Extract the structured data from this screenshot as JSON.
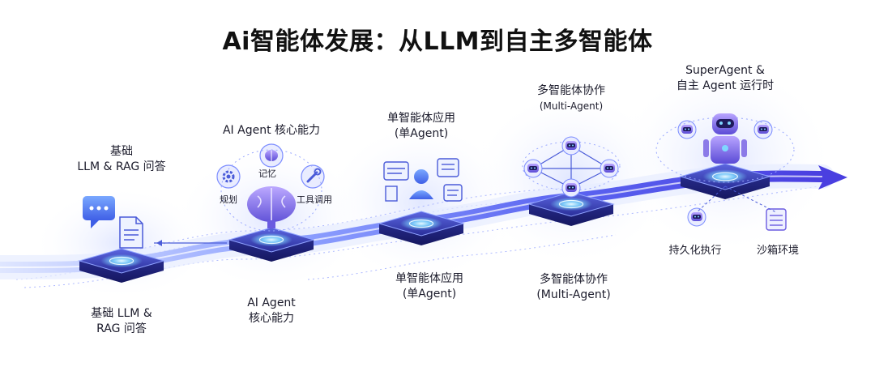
{
  "title": "Ai智能体发展：从LLM到自主多智能体",
  "colors": {
    "track_light": "#cfd8ff",
    "track_mid": "#6a7cff",
    "track_dark": "#3b3ad9",
    "glow": "#7fd6ff",
    "violet": "#8b5cf6",
    "platform_top": "#3a3fa8",
    "platform_side": "#1f2170"
  },
  "stages": [
    {
      "top_label": [
        "基础",
        "LLM & RAG 问答"
      ],
      "bottom_label": [
        "基础 LLM &",
        "RAG 问答"
      ],
      "icons": [
        "chat-bubble-icon",
        "document-icon"
      ]
    },
    {
      "top_label": [
        "AI Agent 核心能力"
      ],
      "bottom_label": [
        "AI Agent",
        "核心能力"
      ],
      "capabilities": [
        "规划",
        "记忆",
        "工具调用"
      ],
      "icons": [
        "brain-icon",
        "gear-icon",
        "wrench-icon"
      ]
    },
    {
      "top_label": [
        "单智能体应用",
        "(单Agent)"
      ],
      "bottom_label": [
        "单智能体应用",
        "(单Agent)"
      ],
      "icons": [
        "user-icon",
        "window-icon",
        "list-icon"
      ]
    },
    {
      "top_label": [
        "多智能体协作",
        "(Multi-Agent)"
      ],
      "bottom_label": [
        "多智能体协作",
        "(Multi-Agent)"
      ],
      "icons": [
        "robot-head-icon"
      ]
    },
    {
      "top_label": [
        "SuperAgent &",
        "自主 Agent 运行时"
      ],
      "sub_items": [
        "持久化执行",
        "沙箱环境"
      ],
      "icons": [
        "robot-icon",
        "server-icon"
      ]
    }
  ]
}
